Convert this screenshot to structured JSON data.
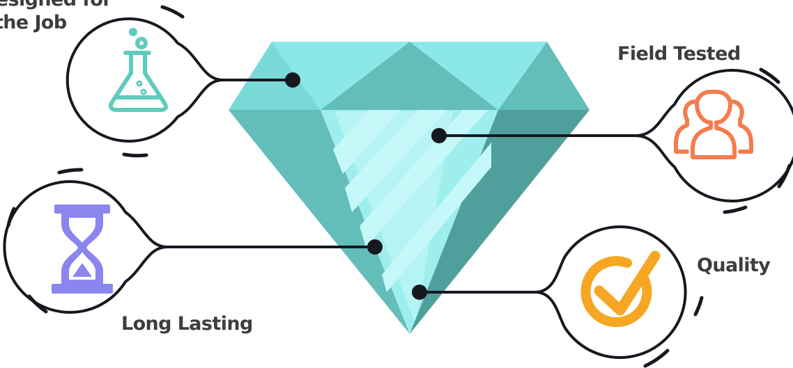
{
  "features": [
    {
      "line1": "Designed for",
      "line2": "the Job",
      "icon": "flask-icon",
      "color": "#5ECBBE"
    },
    {
      "label": "Field Tested",
      "icon": "users-icon",
      "color": "#F47C4F"
    },
    {
      "label": "Long Lasting",
      "icon": "hourglass-icon",
      "color": "#8A86EE"
    },
    {
      "label": "Quality",
      "icon": "checkmark-circle-icon",
      "color": "#F6A623"
    }
  ],
  "colors": {
    "outline": "#16181f",
    "diamond_light": "#8CE8E8",
    "diamond_mid": "#63BDB8",
    "diamond_dark": "#4FA09C",
    "diamond_pale": "#C6F8FA"
  }
}
